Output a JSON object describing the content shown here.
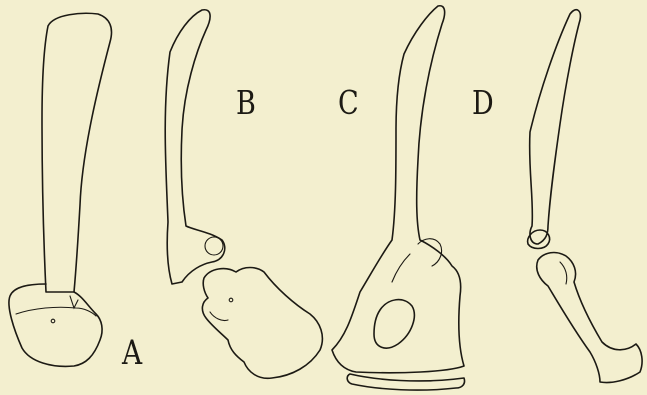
{
  "figure": {
    "background_color": "#f3efcf",
    "ink_color": "#1c1a14",
    "panels": [
      {
        "id": "A",
        "label": "A"
      },
      {
        "id": "B",
        "label": "B"
      },
      {
        "id": "C",
        "label": "C"
      },
      {
        "id": "D",
        "label": "D"
      }
    ]
  }
}
